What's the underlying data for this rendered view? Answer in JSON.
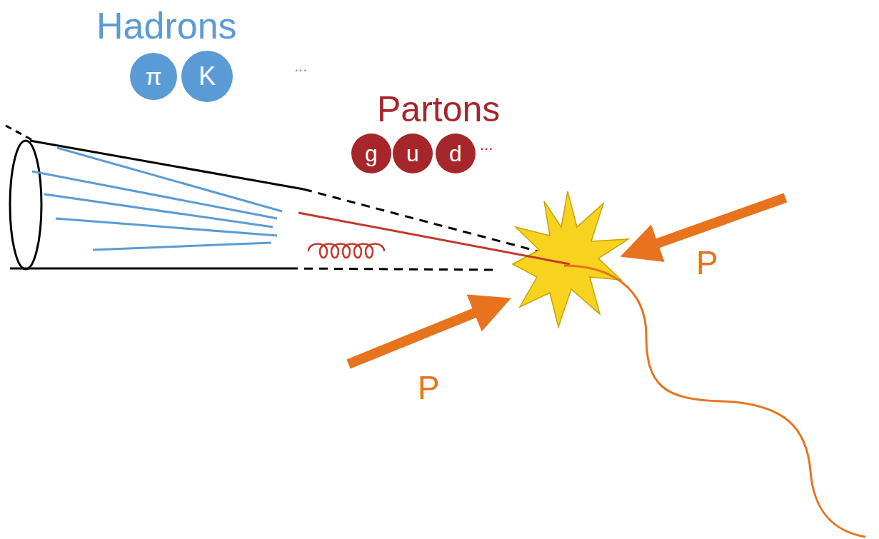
{
  "diagram": {
    "nodes": [
      {
        "text": [
          "π"
        ]
      },
      {
        "text": [
          "K"
        ]
      },
      {
        "text": [
          "g"
        ]
      },
      {
        "text": [
          "u"
        ]
      },
      {
        "text": [
          "d"
        ]
      }
    ],
    "labels": [
      "Hadrons",
      "...",
      "Partons",
      "...",
      "P",
      "P"
    ]
  }
}
